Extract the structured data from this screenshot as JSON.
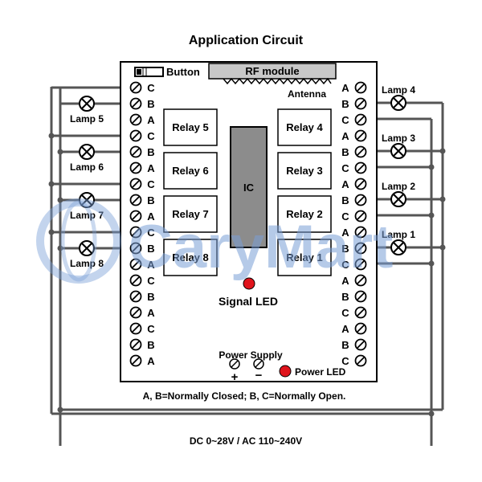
{
  "title": "Application Circuit",
  "button_label": "Button",
  "rf_module": "RF module",
  "antenna": "Antenna",
  "ic_label": "IC",
  "signal_led": "Signal LED",
  "power_supply": "Power Supply",
  "power_led": "Power LED",
  "plus": "+",
  "minus": "−",
  "note": "A, B=Normally Closed; B, C=Normally Open.",
  "supply_voltage": "DC 0~28V / AC 110~240V",
  "watermark": "CaryMart",
  "relays": [
    "Relay 5",
    "Relay 6",
    "Relay 7",
    "Relay 8",
    "Relay 4",
    "Relay 3",
    "Relay 2",
    "Relay 1"
  ],
  "lamps": [
    "Lamp 5",
    "Lamp 6",
    "Lamp 7",
    "Lamp 8",
    "Lamp 4",
    "Lamp 3",
    "Lamp 2",
    "Lamp 1"
  ],
  "left_terminals": [
    "C",
    "B",
    "A",
    "C",
    "B",
    "A",
    "C",
    "B",
    "A",
    "C",
    "B",
    "A",
    "C",
    "B",
    "A",
    "C",
    "B",
    "A"
  ],
  "right_terminals": [
    "A",
    "B",
    "C",
    "A",
    "B",
    "C",
    "A",
    "B",
    "C",
    "A",
    "B",
    "C",
    "A",
    "B",
    "C",
    "A",
    "B",
    "C"
  ],
  "colors": {
    "wire": "#555555",
    "led": "#e0141c",
    "rf_fill": "#c8c8c8",
    "ic_fill": "#8c8c8c"
  }
}
